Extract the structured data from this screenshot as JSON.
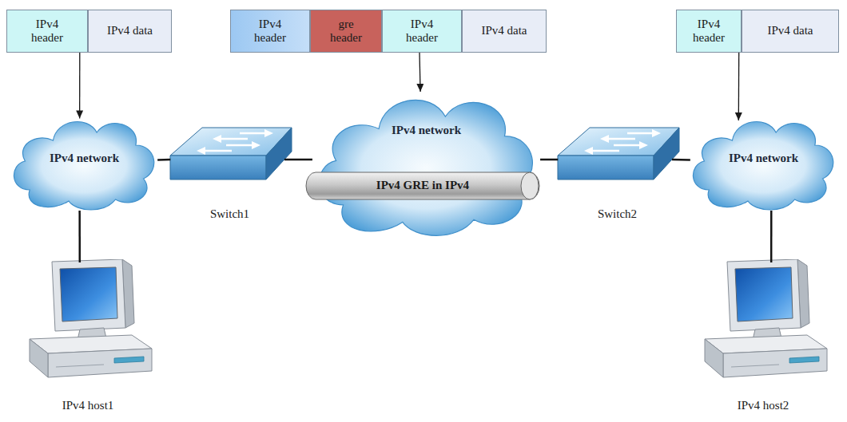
{
  "diagram": {
    "nodes": [
      {
        "text": [
          "IPv4 header"
        ]
      },
      {
        "text": [
          "IPv4 data"
        ]
      },
      {
        "text": [
          "IPv4 header"
        ]
      },
      {
        "text": [
          "gre header"
        ]
      },
      {
        "text": [
          "IPv4 header"
        ]
      },
      {
        "text": [
          "IPv4 data"
        ]
      },
      {
        "text": [
          "IPv4 header"
        ]
      },
      {
        "text": [
          "IPv4 data"
        ]
      },
      {
        "text": [
          "IPv4 network"
        ]
      },
      {
        "text": [
          "Switch1"
        ]
      },
      {
        "text": [
          "IPv4 network"
        ]
      },
      {
        "text": [
          "IPv4 GRE in IPv4"
        ],
        "in": 10
      },
      {
        "text": [
          "Switch2"
        ]
      },
      {
        "text": [
          "IPv4 network"
        ]
      },
      {
        "text": [
          "IPv4 host1"
        ]
      },
      {
        "text": [
          "IPv4 host2"
        ]
      }
    ],
    "edges": [
      {
        "from": 0,
        "to": 8,
        "arrow": "to"
      },
      {
        "from": 4,
        "to": 10,
        "arrow": "to"
      },
      {
        "from": 6,
        "to": 13,
        "arrow": "to"
      },
      {
        "from": 8,
        "to": 9,
        "arrow": "none"
      },
      {
        "from": 9,
        "to": 10,
        "arrow": "none"
      },
      {
        "from": 10,
        "to": 12,
        "arrow": "none"
      },
      {
        "from": 12,
        "to": 13,
        "arrow": "none"
      },
      {
        "from": 8,
        "to": 14,
        "arrow": "none"
      },
      {
        "from": 13,
        "to": 15,
        "arrow": "none"
      }
    ]
  }
}
